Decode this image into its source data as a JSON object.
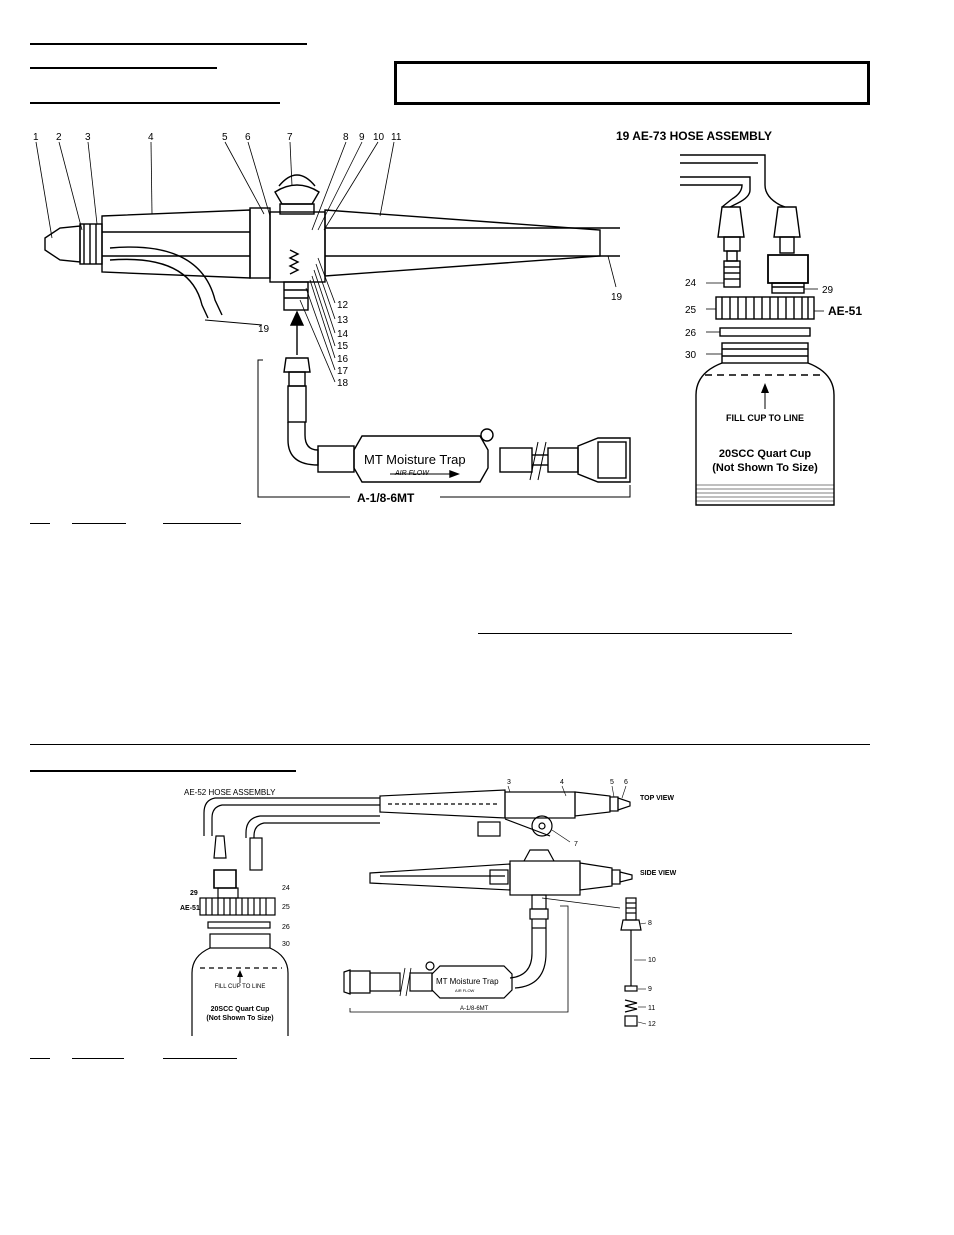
{
  "top_diagram": {
    "callouts_top": [
      "1",
      "2",
      "3",
      "4",
      "5",
      "6",
      "7",
      "8",
      "9",
      "10",
      "11"
    ],
    "callouts_right": [
      "12",
      "13",
      "14",
      "15",
      "16",
      "17",
      "18"
    ],
    "hose_label_19": "19",
    "moisture_trap_label": "MT Moisture Trap",
    "air_flow_label": "AIR FLOW",
    "assembly_label": "A-1/8-6MT"
  },
  "cup_diagram": {
    "hose_assembly": "19   AE-73  HOSE ASSEMBLY",
    "part_24": "24",
    "part_25": "25",
    "part_26": "26",
    "part_29": "29",
    "part_30": "30",
    "ae51_label": "AE-51",
    "fill_label": "FILL CUP TO LINE",
    "cup_title": "20SCC Quart Cup",
    "cup_subtitle": "(Not Shown To Size)"
  },
  "bottom_diagram": {
    "hose_assembly": "AE-52 HOSE ASSEMBLY",
    "top_view": "TOP VIEW",
    "side_view": "SIDE VIEW",
    "callouts_top": [
      "3",
      "4",
      "5",
      "6"
    ],
    "callout_7": "7",
    "callouts_parts": [
      "8",
      "10",
      "9",
      "11",
      "12"
    ],
    "part_24": "24",
    "part_25": "25",
    "part_26": "26",
    "part_29": "29",
    "part_30": "30",
    "ae51_label": "AE-51",
    "fill_label": "FILL CUP TO LINE",
    "cup_title": "20SCC Quart Cup",
    "cup_subtitle": "(Not Shown To Size)",
    "moisture_trap_label": "MT Moisture Trap",
    "air_flow_label": "AIR FLOW",
    "assembly_label": "A-1/8-6MT"
  }
}
